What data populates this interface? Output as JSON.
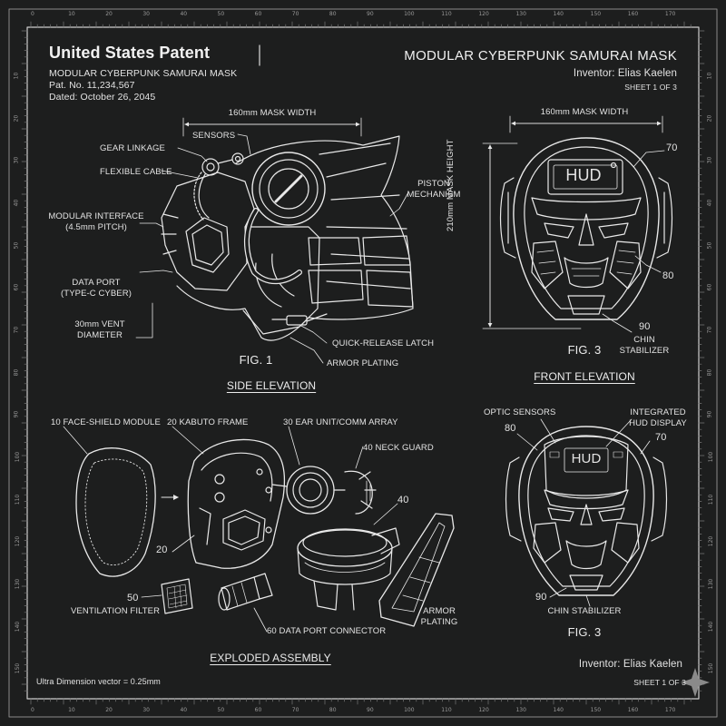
{
  "header": {
    "title": "United States Patent",
    "subtitle": "MODULAR CYBERPUNK SAMURAI MASK",
    "patent_no": "Pat. No. 11,234,567",
    "dated": "Dated: October 26, 2045",
    "right_title": "MODULAR CYBERPUNK SAMURAI MASK",
    "inventor": "Inventor: Elias Kaelen",
    "sheet": "SHEET 1 OF 3"
  },
  "side": {
    "dim": "160mm MASK WIDTH",
    "sensors": "SENSORS",
    "gear": "GEAR LINKAGE",
    "cable": "FLEXIBLE CABLE",
    "modular1": "MODULAR INTERFACE",
    "modular2": "(4.5mm PITCH)",
    "port1": "DATA PORT",
    "port2": "(TYPE-C CYBER)",
    "vent1": "30mm VENT",
    "vent2": "DIAMETER",
    "piston1": "PISTON",
    "piston2": "MECHANISM",
    "latch": "QUICK-RELEASE LATCH",
    "armor": "ARMOR PLATING",
    "fig": "FIG. 1",
    "caption": "SIDE ELEVATION"
  },
  "front": {
    "dim": "160mm MASK WIDTH",
    "height": "210mm MASK HEIGHT",
    "hud": "HUD",
    "n70": "70",
    "n80": "80",
    "n90": "90",
    "chin1": "CHIN",
    "chin2": "STABILIZER",
    "fig": "FIG. 3",
    "caption": "FRONT ELEVATION"
  },
  "exploded": {
    "l10": "10 FACE-SHIELD MODULE",
    "l20": "20 KABUTO FRAME",
    "l30": "30 EAR UNIT/COMM ARRAY",
    "l40": "40 NECK GUARD",
    "n40": "40",
    "n20": "20",
    "n50": "50",
    "vent": "VENTILATION FILTER",
    "l60": "60 DATA PORT CONNECTOR",
    "armor1": "ARMOR",
    "armor2": "PLATING",
    "caption": "EXPLODED ASSEMBLY"
  },
  "front2": {
    "optic": "OPTIC SENSORS",
    "hud1": "INTEGRATED",
    "hud2": "HUD DISPLAY",
    "hud": "HUD",
    "n80": "80",
    "n70": "70",
    "n90": "90",
    "chin": "CHIN STABILIZER",
    "fig": "FIG. 3"
  },
  "footer": {
    "scale": "Ultra Dimension vector = 0.25mm",
    "inventor": "Inventor: Elias Kaelen",
    "sheet": "SHEET 1 OF 3"
  },
  "ruler": {
    "top": [
      "0",
      "10",
      "20",
      "30",
      "40",
      "50",
      "60",
      "70",
      "80",
      "90",
      "100",
      "110",
      "120",
      "130",
      "140",
      "150",
      "160",
      "170"
    ],
    "side": [
      "10",
      "20",
      "30",
      "40",
      "50",
      "60",
      "70",
      "80",
      "90",
      "100",
      "110",
      "120",
      "130",
      "140",
      "150"
    ]
  }
}
